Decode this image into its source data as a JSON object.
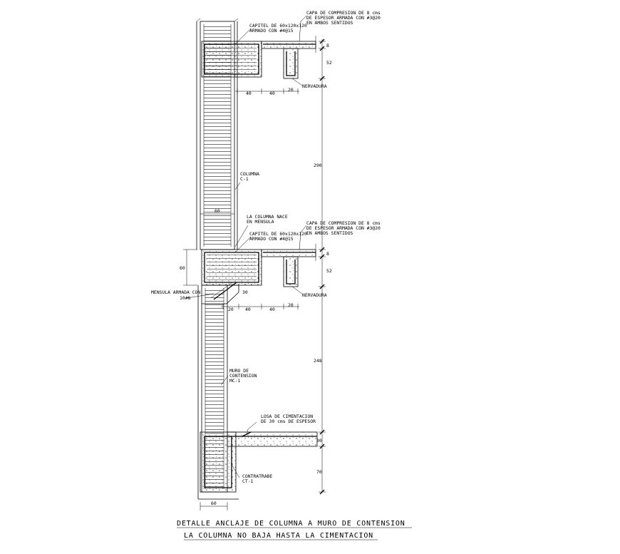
{
  "labels": {
    "capa_top_1": "CAPA DE COMPRESION DE 8 cms",
    "capa_top_2": "DE ESPESOR ARMADA CON #3@20",
    "capa_top_3": "EN AMBOS SENTIDOS",
    "capitel_top_1": "CAPITEL DE 60x120x120",
    "capitel_top_2": "ARMADO CON #4@15",
    "nervadura_top": "NERVADURA",
    "columna_1": "COLUMNA",
    "columna_2": "C-1",
    "nace_1": "LA COLUMNA NACE",
    "nace_2": "EN MENSULA",
    "capa_mid_1": "CAPA DE COMPRESION DE 8 cms",
    "capa_mid_2": "DE ESPESOR ARMADA CON #3@20",
    "capa_mid_3": "EN AMBOS SENTIDOS",
    "capitel_mid_1": "CAPITEL DE 60x120x120",
    "capitel_mid_2": "ARMADO CON #4@15",
    "mensula_1": "MENSULA ARMADA CON",
    "mensula_2": "10#8",
    "nervadura_mid": "NERVADURA",
    "muro_1": "MURO DE",
    "muro_2": "CONTENSION",
    "muro_3": "MC-1",
    "losa_1": "LOSA DE CIMENTACION",
    "losa_2": "DE 30 cms DE ESPESOR",
    "contratrabe_1": "CONTRATRABE",
    "contratrabe_2": "CT-1"
  },
  "dimensions": {
    "d8_top": "8",
    "d52_top": "52",
    "d40_top_a": "40",
    "d40_top_b": "40",
    "d20_top": "20",
    "d290": "290",
    "d60_col": "60",
    "d8_mid": "8",
    "d52_mid": "52",
    "d60_left": "60",
    "d30_mensula": "30",
    "d20_mid_left": "20",
    "d40_mid_a": "40",
    "d40_mid_b": "40",
    "d20_mid_right": "20",
    "d248": "248",
    "d30_losa": "30",
    "d70": "70",
    "d60_bottom": "60"
  },
  "title": {
    "line1": "DETALLE ANCLAJE DE COLUMNA A MURO DE CONTENSION",
    "line2": "LA COLUMNA NO BAJA HASTA LA CIMENTACION"
  }
}
